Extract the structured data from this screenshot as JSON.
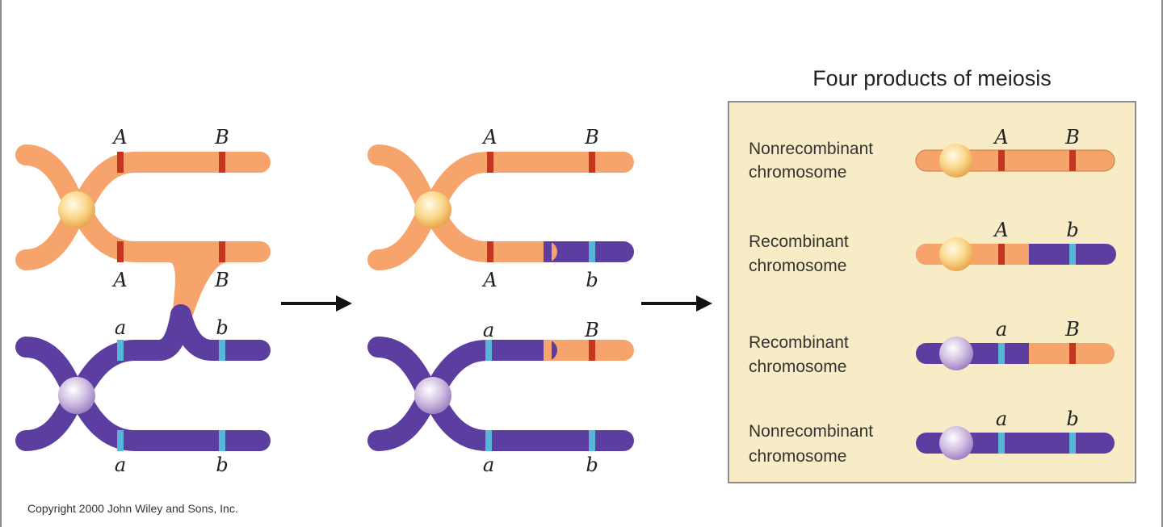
{
  "colors": {
    "orange": "#f6a46b",
    "purple": "#5b3ea0",
    "red_marker": "#c4361f",
    "blue_marker": "#57b6d8",
    "centromere_orange": "#fbd98d",
    "centromere_purple": "#d2c0e2",
    "box_fill": "#f8ecc6",
    "box_border": "#8c8c8c"
  },
  "stage1": {
    "labels": {
      "A_top": "A",
      "B_top": "B",
      "A_mid": "A",
      "B_mid": "B",
      "a_mid": "a",
      "b_mid": "b",
      "a_bot": "a",
      "b_bot": "b"
    }
  },
  "stage2": {
    "labels": {
      "A_top": "A",
      "B_top": "B",
      "A_mid": "A",
      "b_mid": "b",
      "a_mid": "a",
      "B_mid": "B",
      "a_bot": "a",
      "b_bot": "b"
    }
  },
  "products": {
    "title": "Four products of meiosis",
    "items": [
      {
        "line1": "Nonrecombinant",
        "line2": "chromosome",
        "left": "A",
        "right": "B"
      },
      {
        "line1": "Recombinant",
        "line2": "chromosome",
        "left": "A",
        "right": "b"
      },
      {
        "line1": "Recombinant",
        "line2": "chromosome",
        "left": "a",
        "right": "B"
      },
      {
        "line1": "Nonrecombinant",
        "line2": "chromosome",
        "left": "a",
        "right": "b"
      }
    ]
  },
  "copyright": "Copyright 2000 John Wiley and Sons, Inc."
}
